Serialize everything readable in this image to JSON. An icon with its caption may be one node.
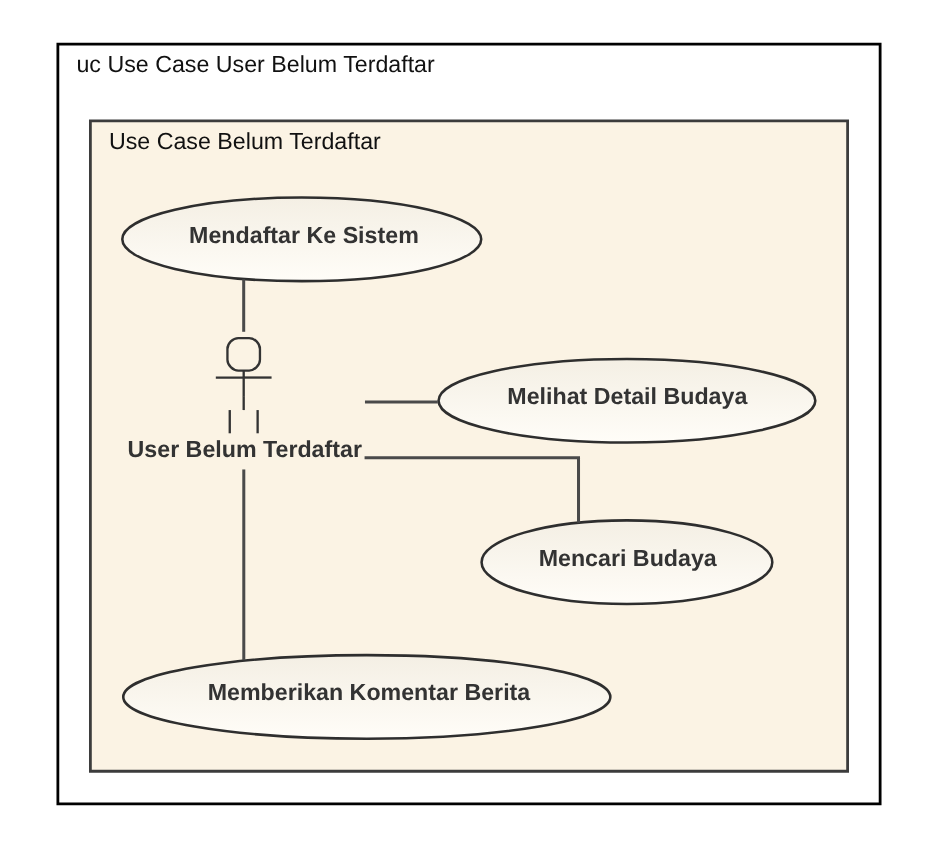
{
  "diagram": {
    "nodes": [
      {
        "text": [
          "uc Use Case User Belum Terdaftar"
        ]
      },
      {
        "text": [
          "Use Case Belum Terdaftar"
        ],
        "in": 0
      },
      {
        "text": [
          "Mendaftar Ke Sistem"
        ],
        "in": 1
      },
      {
        "text": [
          "Melihat Detail Budaya"
        ],
        "in": 1
      },
      {
        "text": [
          "User Belum Terdaftar"
        ],
        "in": 1
      },
      {
        "text": [
          "Mencari Budaya"
        ],
        "in": 1
      },
      {
        "text": [
          "Memberikan Komentar Berita"
        ],
        "in": 1
      }
    ],
    "edges": [
      {
        "from": 2,
        "to": 4,
        "arrow": "none"
      },
      {
        "from": 4,
        "to": 3,
        "arrow": "none"
      },
      {
        "from": 4,
        "to": 5,
        "arrow": "none"
      },
      {
        "from": 4,
        "to": 6,
        "arrow": "none"
      }
    ]
  }
}
